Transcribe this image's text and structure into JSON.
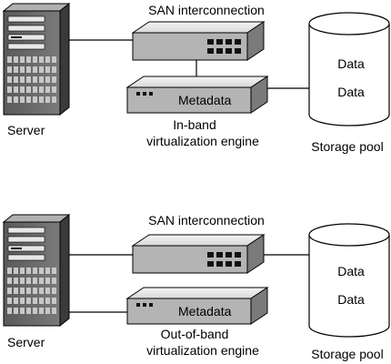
{
  "diagrams": [
    {
      "server_label": "Server",
      "switch_label": "SAN interconnection",
      "engine_box_label": "Metadata",
      "engine_caption_line1": "In-band",
      "engine_caption_line2": "virtualization engine",
      "storage_label": "Storage pool",
      "storage_data_1": "Data",
      "storage_data_2": "Data"
    },
    {
      "server_label": "Server",
      "switch_label": "SAN interconnection",
      "engine_box_label": "Metadata",
      "engine_caption_line1": "Out-of-band",
      "engine_caption_line2": "virtualization engine",
      "storage_label": "Storage pool",
      "storage_data_1": "Data",
      "storage_data_2": "Data"
    }
  ]
}
